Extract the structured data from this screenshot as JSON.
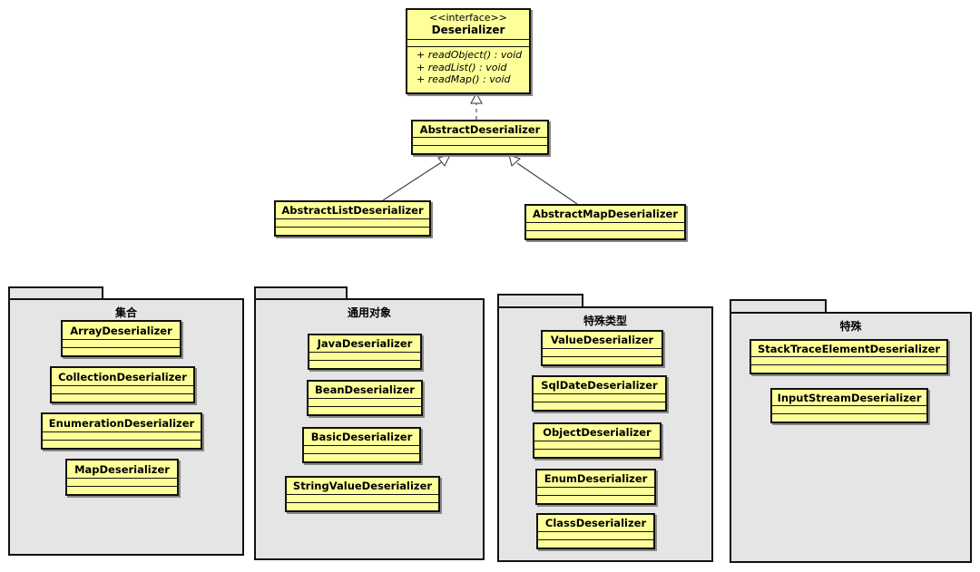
{
  "interface": {
    "stereotype": "<<interface>>",
    "name": "Deserializer",
    "operations": [
      "+ readObject() : void",
      "+ readList() : void",
      "+ readMap() : void"
    ]
  },
  "hierarchy": {
    "abstract": "AbstractDeserializer",
    "list": "AbstractListDeserializer",
    "map": "AbstractMapDeserializer"
  },
  "packages": [
    {
      "label": "集合",
      "classes": [
        "ArrayDeserializer",
        "CollectionDeserializer",
        "EnumerationDeserializer",
        "MapDeserializer"
      ]
    },
    {
      "label": "通用对象",
      "classes": [
        "JavaDeserializer",
        "BeanDeserializer",
        "BasicDeserializer",
        "StringValueDeserializer"
      ]
    },
    {
      "label": "特殊类型",
      "classes": [
        "ValueDeserializer",
        "SqlDateDeserializer",
        "ObjectDeserializer",
        "EnumDeserializer",
        "ClassDeserializer"
      ]
    },
    {
      "label": "特殊",
      "classes": [
        "StackTraceElementDeserializer",
        "InputStreamDeserializer"
      ]
    }
  ],
  "colors": {
    "class_fill": "#ffff99",
    "package_fill": "#e5e5e5",
    "stroke": "#111111"
  }
}
